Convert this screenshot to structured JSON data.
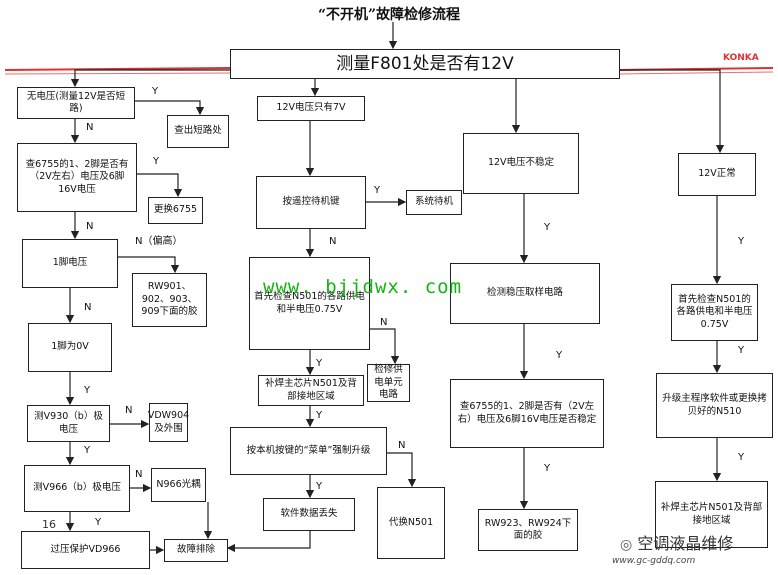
{
  "title": "“不开机”故障检修流程",
  "colors": {
    "red_band": "#e23030",
    "watermark_green": "#14b414"
  },
  "nodes": {
    "main": "测量F801处是否有12V",
    "no_voltage": "无电压(测量12V是否短路)",
    "find_short": "查出短路处",
    "check_6755": "查6755的1、2脚是否有（2V左右）电压及6脚16V电压",
    "replace_6755": "更换6755",
    "pin1_voltage": "1脚电压",
    "rw_parts": "RW901、902、903、909下面的胶",
    "pin1_0v": "1脚为0V",
    "measure_v930": "测V930（b）极电压",
    "vdw904": "VDW904及外围",
    "measure_v966": "测V966（b）极电压",
    "n966": "N966光耦",
    "overvoltage": "过压保护VD966",
    "fault_cleared": "故障排除",
    "only_7v": "12V电压只有7V",
    "press_standby": "按遥控待机键",
    "system_standby": "系统待机",
    "check_n501": "首先检查N501的各路供电和半电压0.75V",
    "repair_supply": "检修供电单元电路",
    "resolder_n501": "补焊主芯片N501及背部接地区域",
    "force_upgrade": "按本机按键的“菜单”强制升级",
    "software_lost": "软件数据丢失",
    "replace_n501": "代换N501",
    "unstable": "12V电压不稳定",
    "check_sampling": "检测稳压取样电路",
    "check_6755_b": "查6755的1、2脚是否有（2V左右）电压及6脚16V电压是否稳定",
    "rw923": "RW923、RW924下面的胶",
    "normal": "12V正常",
    "check_n501_b": "首先检查N501的各路供电和半电压0.75V",
    "upgrade_firmware": "升级主程序软件或更换拷贝好的N510",
    "resolder_n501_b": "补焊主芯片N501及背部接地区域"
  },
  "labels": {
    "y": "Y",
    "n": "N",
    "n_high": "N（偏高）"
  },
  "watermark": "www. bjjdwx. com",
  "wechat_name": "空调液晶维修",
  "site": "www.gc-gddq.com",
  "page_number": "16",
  "logo_badge": "KONKA"
}
